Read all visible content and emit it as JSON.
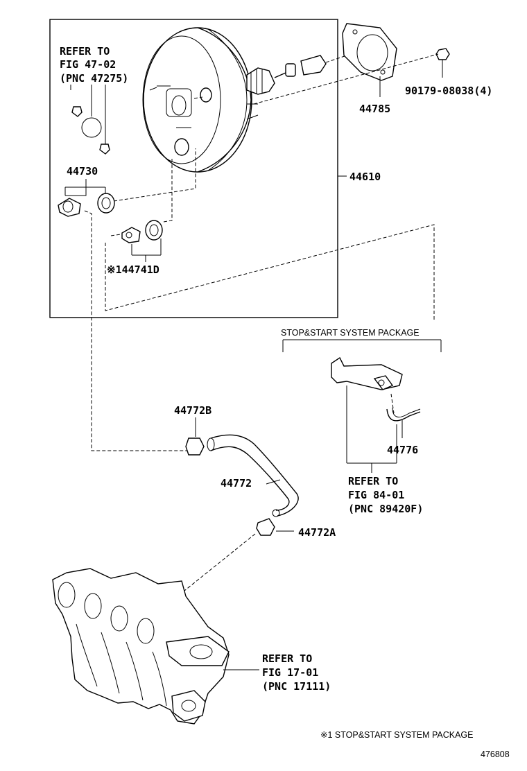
{
  "labels": {
    "refer_47": [
      "REFER TO",
      "FIG 47-02",
      "(PNC 47275)"
    ],
    "p44730": "44730",
    "p44741d": "※144741D",
    "p44610": "44610",
    "p44785": "44785",
    "p90179": "90179-08038(4)",
    "stopstart_pkg": "STOP&START SYSTEM PACKAGE",
    "p44772b": "44772B",
    "p44772": "44772",
    "p44772a": "44772A",
    "p44776": "44776",
    "refer_84": [
      "REFER TO",
      "FIG 84-01",
      "(PNC 89420F)"
    ],
    "refer_17": [
      "REFER TO",
      "FIG 17-01",
      "(PNC 17111)"
    ],
    "footnote": "※1 STOP&START SYSTEM PACKAGE",
    "diagram_id": "476808"
  }
}
